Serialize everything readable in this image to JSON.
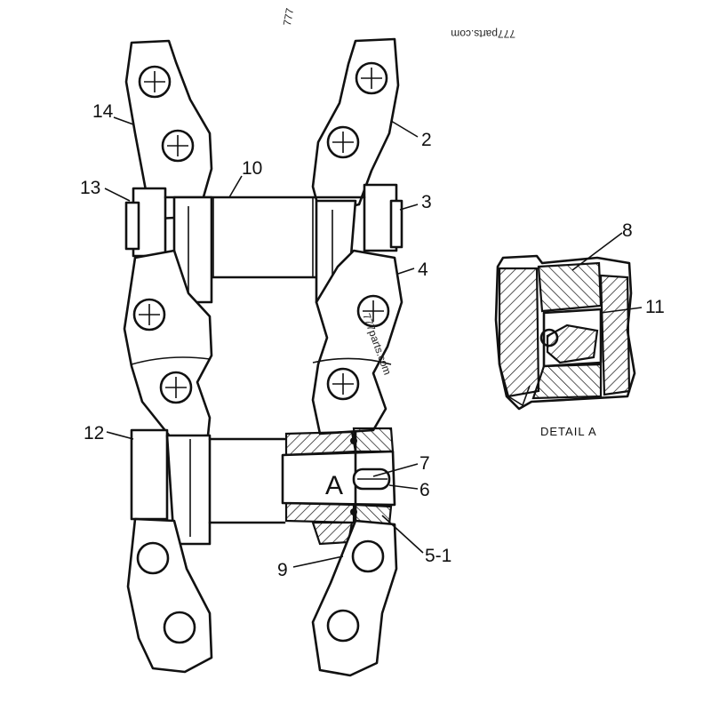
{
  "watermarks": {
    "top_right_mirrored": "777parts.com",
    "top_center": "777",
    "rotated_center": "777parts.com"
  },
  "callouts": {
    "c14": "14",
    "c2": "2",
    "c10": "10",
    "c13": "13",
    "c3": "3",
    "c4": "4",
    "c12": "12",
    "c7": "7",
    "c6": "6",
    "c9": "9",
    "c5_1": "5-1",
    "c8": "8",
    "c11": "11"
  },
  "section_label": "A",
  "detail": {
    "caption": "DETAIL A"
  },
  "colors": {
    "line": "#111111",
    "background": "#ffffff"
  }
}
